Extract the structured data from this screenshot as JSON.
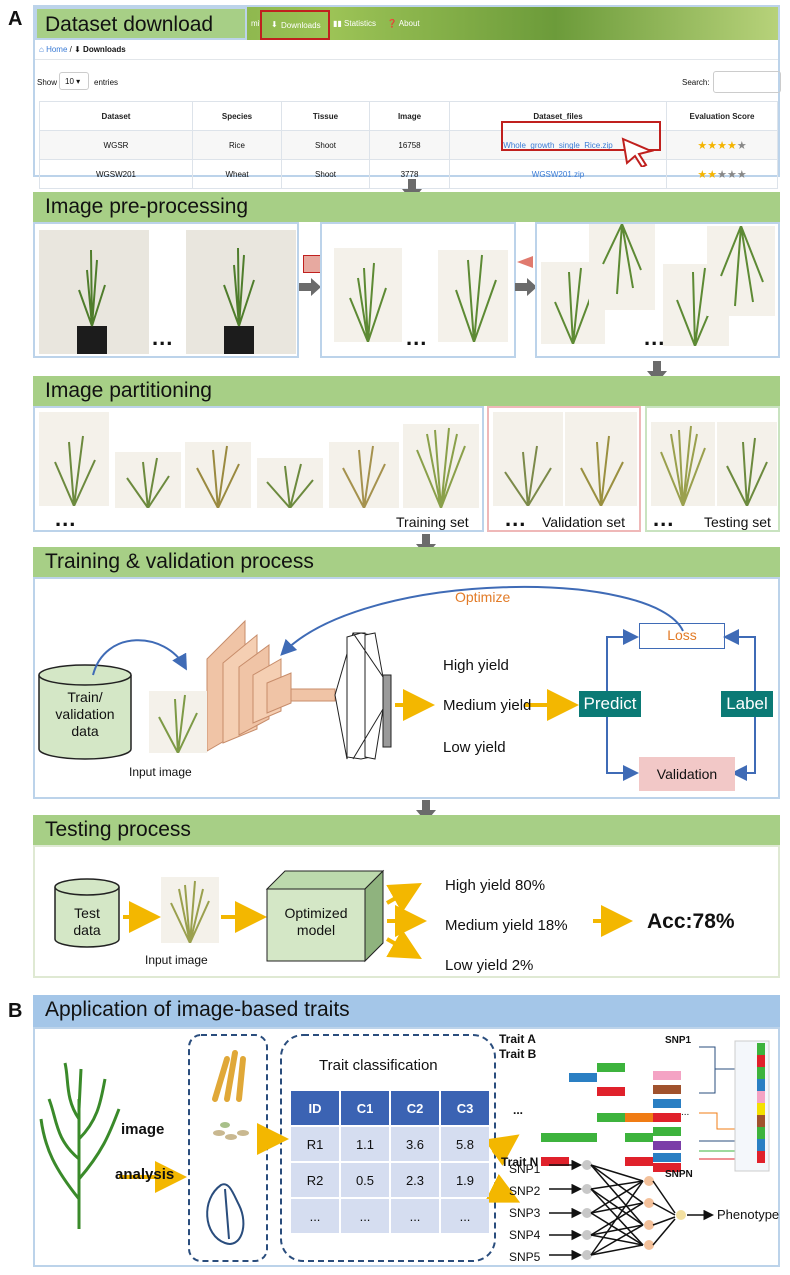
{
  "panel_a": {
    "letter": "A",
    "download": {
      "title": "Dataset download",
      "nav": {
        "partial": "mit",
        "downloads": "Downloads",
        "statistics": "Statistics",
        "about": "About"
      },
      "breadcrumb": {
        "home": "Home",
        "sep": "/",
        "current": "Downloads"
      },
      "show_label": "Show",
      "show_value": "10",
      "entries_label": "entries",
      "search_label": "Search:",
      "columns": [
        "Dataset",
        "Species",
        "Tissue",
        "Image",
        "Dataset_files",
        "Evaluation Score"
      ],
      "rows": [
        {
          "dataset": "WGSR",
          "species": "Rice",
          "tissue": "Shoot",
          "image": "16758",
          "file": "Whole_growth_single_Rice.zip",
          "stars": 4
        },
        {
          "dataset": "WGSW201",
          "species": "Wheat",
          "tissue": "Shoot",
          "image": "3778",
          "file": "WGSW201.zip",
          "stars": 2
        }
      ]
    },
    "preprocessing": {
      "title": "Image pre-processing",
      "dots": "..."
    },
    "partitioning": {
      "title": "Image partitioning",
      "training": "Training set",
      "validation": "Validation set",
      "testing": "Testing set",
      "dots": "..."
    },
    "training": {
      "title": "Training & validation process",
      "optimize": "Optimize",
      "db_label_1": "Train/",
      "db_label_2": "validation",
      "db_label_3": "data",
      "input_image": "Input image",
      "classes": [
        "High yield",
        "Medium yield",
        "Low yield"
      ],
      "predict": "Predict",
      "label": "Label",
      "loss": "Loss",
      "validation": "Validation"
    },
    "testing": {
      "title": "Testing process",
      "db_label_1": "Test",
      "db_label_2": "data",
      "input_image": "Input image",
      "model_1": "Optimized",
      "model_2": "model",
      "results": [
        "High yield 80%",
        "Medium yield 18%",
        "Low yield 2%"
      ],
      "acc": "Acc:78%"
    }
  },
  "panel_b": {
    "letter": "B",
    "title": "Application of image-based traits",
    "image_word": "image",
    "analysis_word": "analysis",
    "trait_classification": "Trait classification",
    "table_header": [
      "ID",
      "C1",
      "C2",
      "C3"
    ],
    "table_rows": [
      [
        "R1",
        "1.1",
        "3.6",
        "5.8"
      ],
      [
        "R2",
        "0.5",
        "2.3",
        "1.9"
      ],
      [
        "...",
        "...",
        "...",
        "..."
      ]
    ],
    "traits": {
      "a": "Trait A",
      "b": "Trait B",
      "dots": "...",
      "n": "Trait N"
    },
    "snp_top": "SNP1",
    "snp_bottom": "SNPN",
    "snp_mid_dots": "...",
    "snps": [
      "SNP1",
      "SNP2",
      "SNP3",
      "SNP4",
      "SNP5"
    ],
    "phenotype": "Phenotype",
    "colors": {
      "accent_green": "#a7cf86",
      "accent_blue": "#a4c6e8",
      "table_head": "#3b63b3",
      "predict_teal": "#0b7a75"
    }
  }
}
